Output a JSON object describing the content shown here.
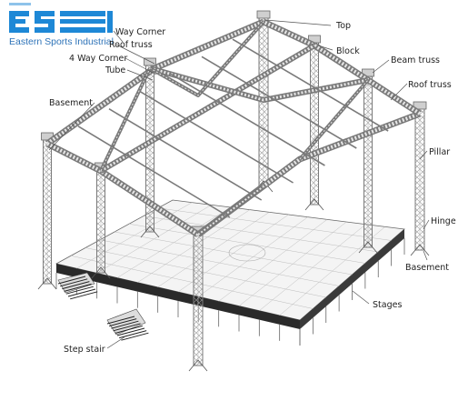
{
  "brand": {
    "logo_letters": "ESI",
    "company_name": "Eastern Sports Industrial",
    "color": "#1e88d6"
  },
  "labels": {
    "top": "Top",
    "block": "Block",
    "way_corner": "Way Corner",
    "roof_truss_left": "Roof truss",
    "four_way_corner": "4 Way Corner",
    "tube": "Tube",
    "beam_truss": "Beam truss",
    "roof_truss_right": "Roof truss",
    "basement_left": "Basement",
    "pillar": "Pillar",
    "hinge": "Hinge",
    "basement_right": "Basement",
    "stages": "Stages",
    "step_stair": "Step stair"
  },
  "colors": {
    "truss": "#7a7a7a",
    "truss_light": "#bcbcbc",
    "stage_top": "#f4f4f4",
    "stage_side": "#2a2a2a",
    "leader": "#555555"
  }
}
